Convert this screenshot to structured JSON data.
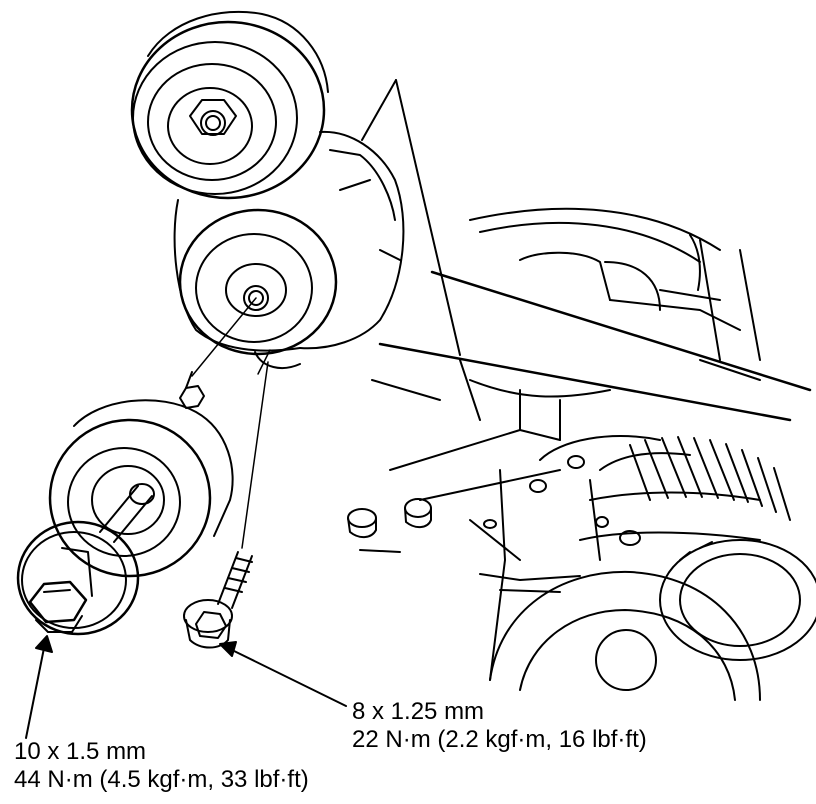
{
  "labels": {
    "large_bolt": {
      "size": "10 x 1.5 mm",
      "torque": "44 N·m (4.5 kgf·m, 33 lbf·ft)"
    },
    "small_bolt": {
      "size": "8 x 1.25 mm",
      "torque": "22 N·m (2.2 kgf·m, 16 lbf·ft)"
    }
  },
  "colors": {
    "line": "#000000",
    "background": "#ffffff"
  }
}
